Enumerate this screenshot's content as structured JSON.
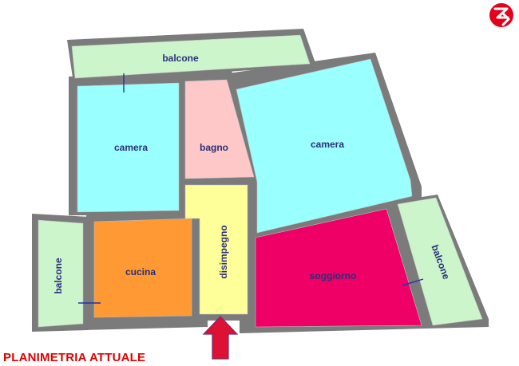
{
  "caption": "PLANIMETRIA ATTUALE",
  "colors": {
    "wall": "#7b7b7b",
    "balcone": "#ccf5cc",
    "camera": "#99ffff",
    "bagno": "#ffc8c8",
    "disimpegno": "#ffff99",
    "cucina": "#ff9933",
    "soggiorno": "#ee0066",
    "caption": "#e00000",
    "label": "#2b2f7a",
    "door_mark": "#2233aa",
    "entrance_arrow": "#dd1133",
    "logo": "#e3001b"
  },
  "rooms": {
    "balcone_top": "balcone",
    "camera_left": "camera",
    "bagno": "bagno",
    "camera_right": "camera",
    "disimpegno": "disimpegno",
    "cucina": "cucina",
    "soggiorno": "soggiorno",
    "balcone_left": "balcone",
    "balcone_right": "balcone"
  },
  "icons": {
    "logo": "brand-logo-icon",
    "entrance": "entrance-arrow-icon"
  }
}
